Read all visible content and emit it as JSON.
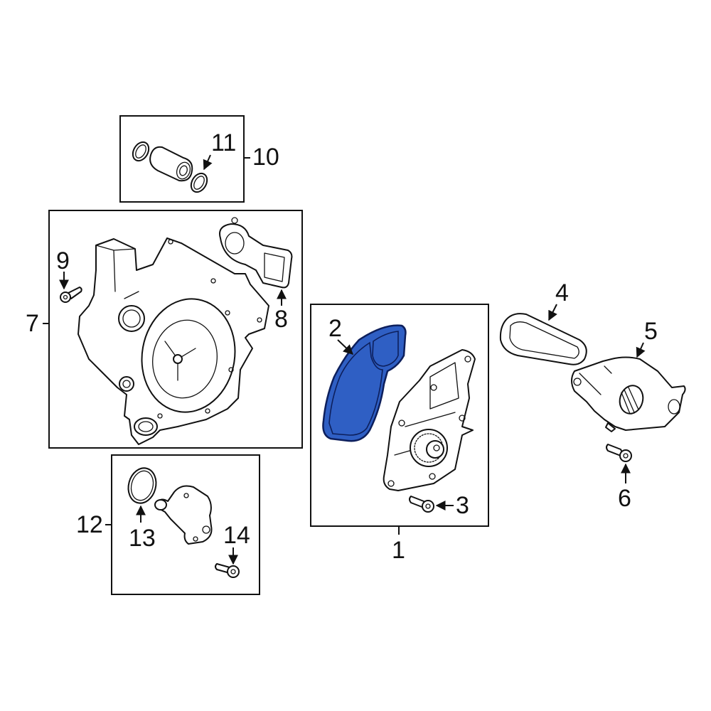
{
  "diagram": {
    "type": "exploded-parts-diagram",
    "highlight_color": "#2f5fc4",
    "callouts": [
      {
        "id": "1",
        "label": "1",
        "part": "water-pump-assembly"
      },
      {
        "id": "2",
        "label": "2",
        "part": "water-pump-gasket",
        "highlighted": true
      },
      {
        "id": "3",
        "label": "3",
        "part": "water-pump-bolt"
      },
      {
        "id": "4",
        "label": "4",
        "part": "drive-belt"
      },
      {
        "id": "5",
        "label": "5",
        "part": "pulley-cover"
      },
      {
        "id": "6",
        "label": "6",
        "part": "cover-bolt"
      },
      {
        "id": "7",
        "label": "7",
        "part": "thermostat-housing-assembly"
      },
      {
        "id": "8",
        "label": "8",
        "part": "housing-gasket"
      },
      {
        "id": "9",
        "label": "9",
        "part": "housing-bolt"
      },
      {
        "id": "10",
        "label": "10",
        "part": "connector-pipe-assembly"
      },
      {
        "id": "11",
        "label": "11",
        "part": "connector-o-ring"
      },
      {
        "id": "12",
        "label": "12",
        "part": "coolant-flange-assembly"
      },
      {
        "id": "13",
        "label": "13",
        "part": "flange-o-ring"
      },
      {
        "id": "14",
        "label": "14",
        "part": "flange-bolt"
      }
    ]
  }
}
